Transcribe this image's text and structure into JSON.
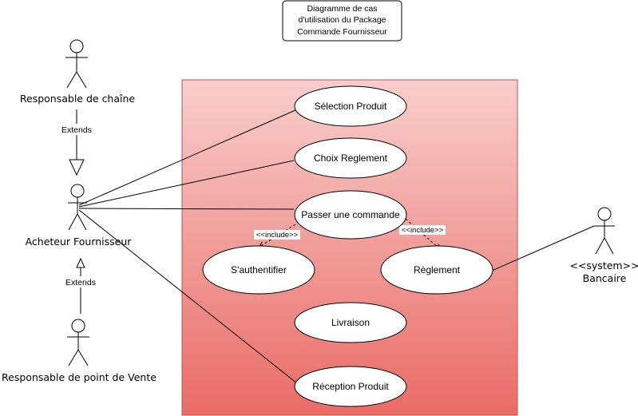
{
  "title": {
    "line1": "Diagramme de cas",
    "line2": "d'utilisation du Package",
    "line3": "Commande Fournisseur"
  },
  "actors": {
    "responsable_chaine": "Responsable de chaîne",
    "acheteur": "Acheteur Fournisseur",
    "responsable_vente": "Responsable de point de Vente",
    "bancaire_stereotype": "<<system>>",
    "bancaire": "Bancaire"
  },
  "relations": {
    "extends_top": "Extends",
    "extends_bottom": "Extends",
    "include_left": "<<include>>",
    "include_right": "<<include>>"
  },
  "use_cases": {
    "selection": "Sélection Produit",
    "choix": "Choix Reglement",
    "passer": "Passer une commande",
    "authentifier": "S'authentifier",
    "reglement": "Règlement",
    "livraison": "Livraison",
    "reception": "Réception Produit"
  },
  "colors": {
    "system_top": "#f8cecc",
    "system_bottom": "#ea6b66",
    "system_border": "#b85450"
  }
}
